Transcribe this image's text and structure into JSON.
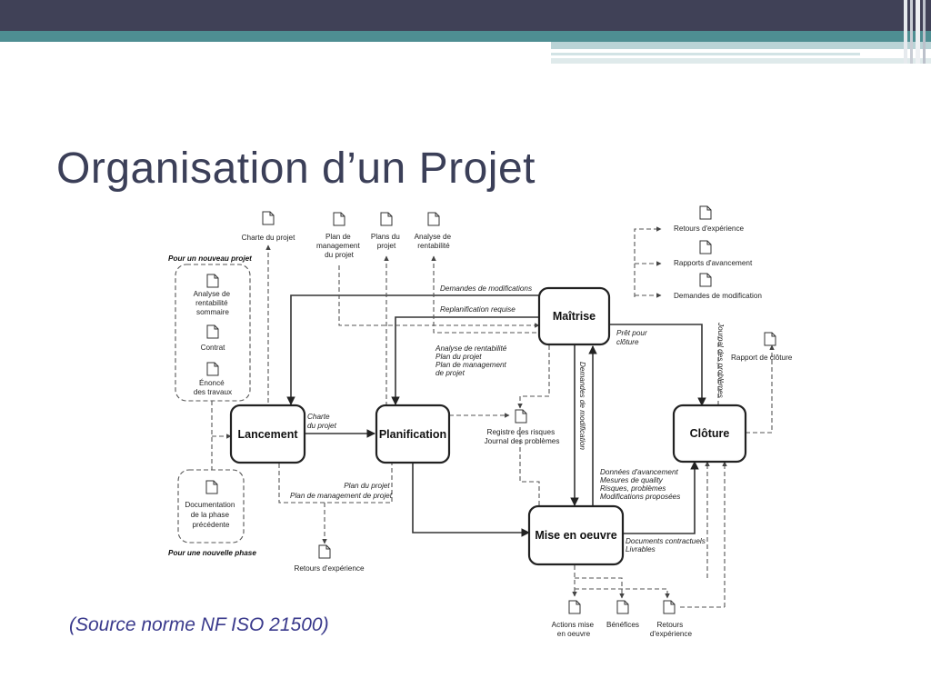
{
  "title": "Organisation d’un Projet",
  "source_note": "(Source norme NF ISO 21500)",
  "colors": {
    "header_dark": "#404157",
    "header_teal": "#4e8e92",
    "title": "#3b3f58",
    "note": "#3a3a8c"
  },
  "diagram": {
    "processes": {
      "lancement": "Lancement",
      "planification": "Planification",
      "maitrise": "Maîtrise",
      "mise_en_oeuvre": "Mise en oeuvre",
      "cloture": "Clôture"
    },
    "top_docs": {
      "charte": [
        "Charte du projet"
      ],
      "plan_management": [
        "Plan de",
        "management",
        "du projet"
      ],
      "plans": [
        "Plans du",
        "projet"
      ],
      "analyse": [
        "Analyse de",
        "rentabilité"
      ]
    },
    "left_group": {
      "header": "Pour un nouveau projet",
      "analyse_sommaire": [
        "Analyse de",
        "rentabilité",
        "sommaire"
      ],
      "contrat": [
        "Contrat"
      ],
      "enonce": [
        "Énoncé",
        "des travaux"
      ],
      "documentation": [
        "Documentation",
        "de la phase",
        "précédente"
      ],
      "footer": "Pour une nouvelle phase"
    },
    "right_docs": {
      "retours": [
        "Retours d'expérience"
      ],
      "rapports": [
        "Rapports d'avancement"
      ],
      "demandes": [
        "Demandes de modification"
      ],
      "rapport_cloture": [
        "Rapport de clôture"
      ]
    },
    "registre": [
      "Registre des risques",
      "Journal des problèmes"
    ],
    "retours_left": [
      "Retours d'expérience"
    ],
    "bottom_docs": {
      "actions": [
        "Actions mise",
        "en oeuvre"
      ],
      "benefices": [
        "Bénéfices"
      ],
      "retours": [
        "Retours",
        "d'expérience"
      ]
    },
    "flows": {
      "demandes_modifications": "Demandes de modifications",
      "replanification": "Replanification requise",
      "analyse_plan": [
        "Analyse de rentabilité",
        "Plan du projet",
        "Plan de management",
        "de projet"
      ],
      "pret_cloture": [
        "Prêt pour",
        "clôture"
      ],
      "demandes_vertical": "Demandes de modification",
      "journal_vertical": "Journal des problèmes",
      "charte_flow": [
        "Charte",
        "du projet"
      ],
      "plan_flow": [
        "Plan du projet",
        "Plan de management de projet"
      ],
      "donnees": [
        "Données d'avancement",
        "Mesures de quality",
        "Risques, problèmes",
        "Modifications proposées"
      ],
      "documents": [
        "Documents contractuels",
        "Livrables"
      ]
    }
  }
}
